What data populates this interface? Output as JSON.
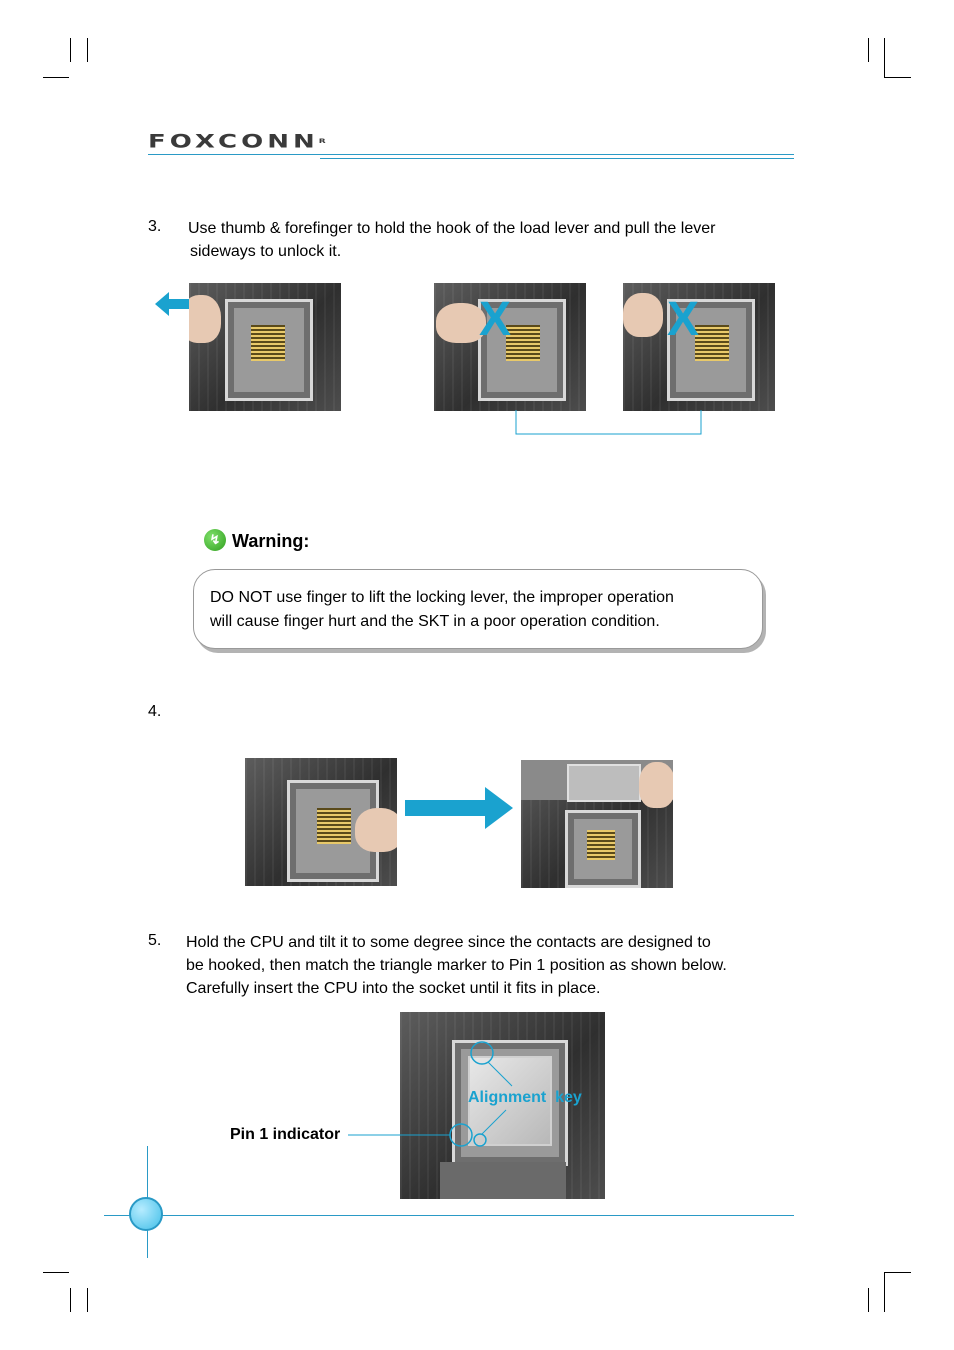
{
  "header": {
    "logo_text": "FOXCONN",
    "logo_mark": "R"
  },
  "steps": [
    {
      "number": "3.",
      "line1": "Use thumb & forefinger to hold the hook of the load lever and pull the lever",
      "line2": "sideways to unlock it."
    },
    {
      "number": "4.",
      "line1": ""
    },
    {
      "number": "5.",
      "line1": "Hold the CPU and tilt it to some degree since the contacts are designed to",
      "line2": "be hooked, then match the triangle marker to Pin 1 position as shown below.",
      "line3": "Carefully insert the CPU into the socket until it fits in place."
    }
  ],
  "warning": {
    "title": "Warning:",
    "line1": "DO NOT use finger to lift the locking lever, the improper operation",
    "line2": "will cause finger hurt and the SKT in a poor operation condition."
  },
  "figure": {
    "alignment_key_label": "Alignment  key",
    "pin1_label": "Pin 1 indicator"
  },
  "colors": {
    "accent": "#1aa2cf",
    "rule": "#2a9ac6"
  },
  "icons": [
    "arrow-left-icon",
    "x-mark-icon",
    "arrow-right-icon",
    "warning-icon"
  ]
}
